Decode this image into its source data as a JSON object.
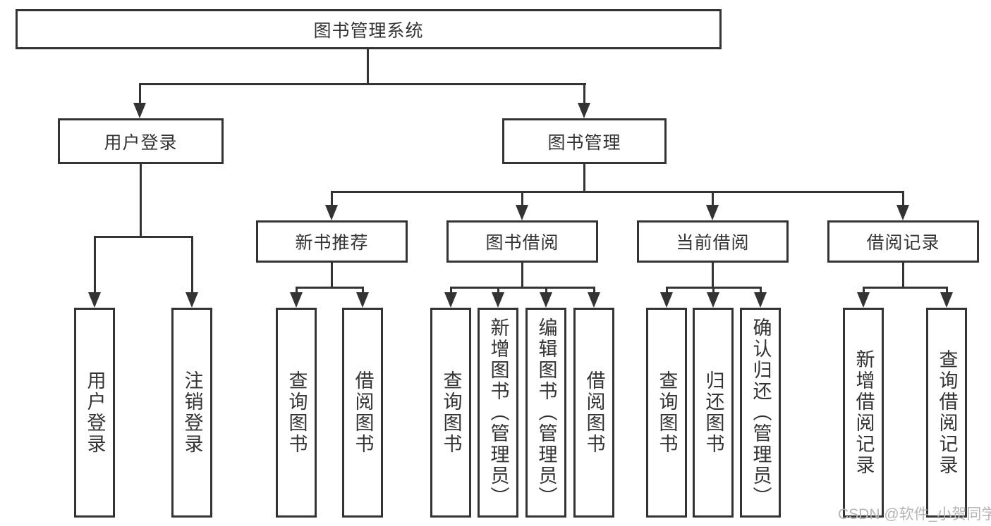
{
  "watermark": "CSDN @软件_小贺同学",
  "colors": {
    "line": "#333333",
    "text": "#333333",
    "background": "#ffffff",
    "watermark": "#b5b5b5"
  },
  "diagram": {
    "type": "hierarchy-tree",
    "root": {
      "label": "图书管理系统"
    },
    "level2": [
      {
        "id": "user-login",
        "label": "用户登录",
        "parent": "图书管理系统"
      },
      {
        "id": "book-management",
        "label": "图书管理",
        "parent": "图书管理系统"
      }
    ],
    "level3": [
      {
        "id": "new-book-recommend",
        "label": "新书推荐",
        "parent": "图书管理"
      },
      {
        "id": "book-borrowing",
        "label": "图书借阅",
        "parent": "图书管理"
      },
      {
        "id": "current-borrowing",
        "label": "当前借阅",
        "parent": "图书管理"
      },
      {
        "id": "borrowing-records",
        "label": "借阅记录",
        "parent": "图书管理"
      }
    ],
    "leaves": [
      {
        "id": "leaf-user-login",
        "label": "用户登录",
        "parent": "用户登录"
      },
      {
        "id": "leaf-logout",
        "label": "注销登录",
        "parent": "用户登录"
      },
      {
        "id": "leaf-query-books-1",
        "label": "查询图书",
        "parent": "新书推荐"
      },
      {
        "id": "leaf-borrow-books-1",
        "label": "借阅图书",
        "parent": "新书推荐"
      },
      {
        "id": "leaf-query-books-2",
        "label": "查询图书",
        "parent": "图书借阅"
      },
      {
        "id": "leaf-add-books-admin",
        "label": "新增图书（管理员）",
        "parent": "图书借阅"
      },
      {
        "id": "leaf-edit-books-admin",
        "label": "编辑图书（管理员）",
        "parent": "图书借阅"
      },
      {
        "id": "leaf-borrow-books-2",
        "label": "借阅图书",
        "parent": "图书借阅"
      },
      {
        "id": "leaf-query-books-3",
        "label": "查询图书",
        "parent": "当前借阅"
      },
      {
        "id": "leaf-return-books",
        "label": "归还图书",
        "parent": "当前借阅"
      },
      {
        "id": "leaf-confirm-return-admin",
        "label": "确认归还（管理员）",
        "parent": "当前借阅"
      },
      {
        "id": "leaf-add-borrow-record",
        "label": "新增借阅记录",
        "parent": "借阅记录"
      },
      {
        "id": "leaf-query-borrow-record",
        "label": "查询借阅记录",
        "parent": "借阅记录"
      }
    ]
  }
}
